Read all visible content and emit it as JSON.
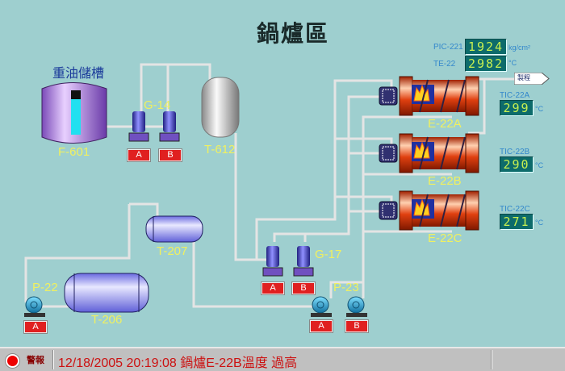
{
  "title": "鍋爐區",
  "tanks": {
    "f601": {
      "name": "重油儲槽",
      "tag": "F-601",
      "level": 0.8
    },
    "t612": {
      "tag": "T-612"
    },
    "t207": {
      "tag": "T-207"
    },
    "t206": {
      "tag": "T-206"
    }
  },
  "pumps": {
    "g14": {
      "tag": "G-14",
      "a": "A",
      "b": "B"
    },
    "g17": {
      "tag": "G-17",
      "a": "A",
      "b": "B"
    },
    "p22": {
      "tag": "P-22",
      "a": "A"
    },
    "p23": {
      "tag": "P-23",
      "a": "A",
      "b": "B"
    }
  },
  "boilers": [
    {
      "tag": "E-22A"
    },
    {
      "tag": "E-22B"
    },
    {
      "tag": "E-22C"
    }
  ],
  "readouts": {
    "pic221": {
      "label": "PIC-221",
      "value": "1924",
      "unit": "kg/cm²"
    },
    "te22": {
      "label": "TE-22",
      "value": "2982",
      "unit": "°C"
    },
    "tic22a": {
      "label": "TIC-22A",
      "value": "299",
      "unit": "°C"
    },
    "tic22b": {
      "label": "TIC-22B",
      "value": "290",
      "unit": "°C"
    },
    "tic22c": {
      "label": "TIC-22C",
      "value": "271",
      "unit": "°C"
    }
  },
  "control_button": {
    "label": "製程"
  },
  "status": {
    "alarm_label": "警報",
    "message": "12/18/2005 20:19:08 鍋爐E-22B溫度 過高"
  },
  "colors": {
    "background": "#9ecfcf",
    "alarm": "#e00000",
    "lcd_bg": "#0d6b6b",
    "lcd_fg": "#c8f050",
    "label_yellow": "#f0f060"
  }
}
